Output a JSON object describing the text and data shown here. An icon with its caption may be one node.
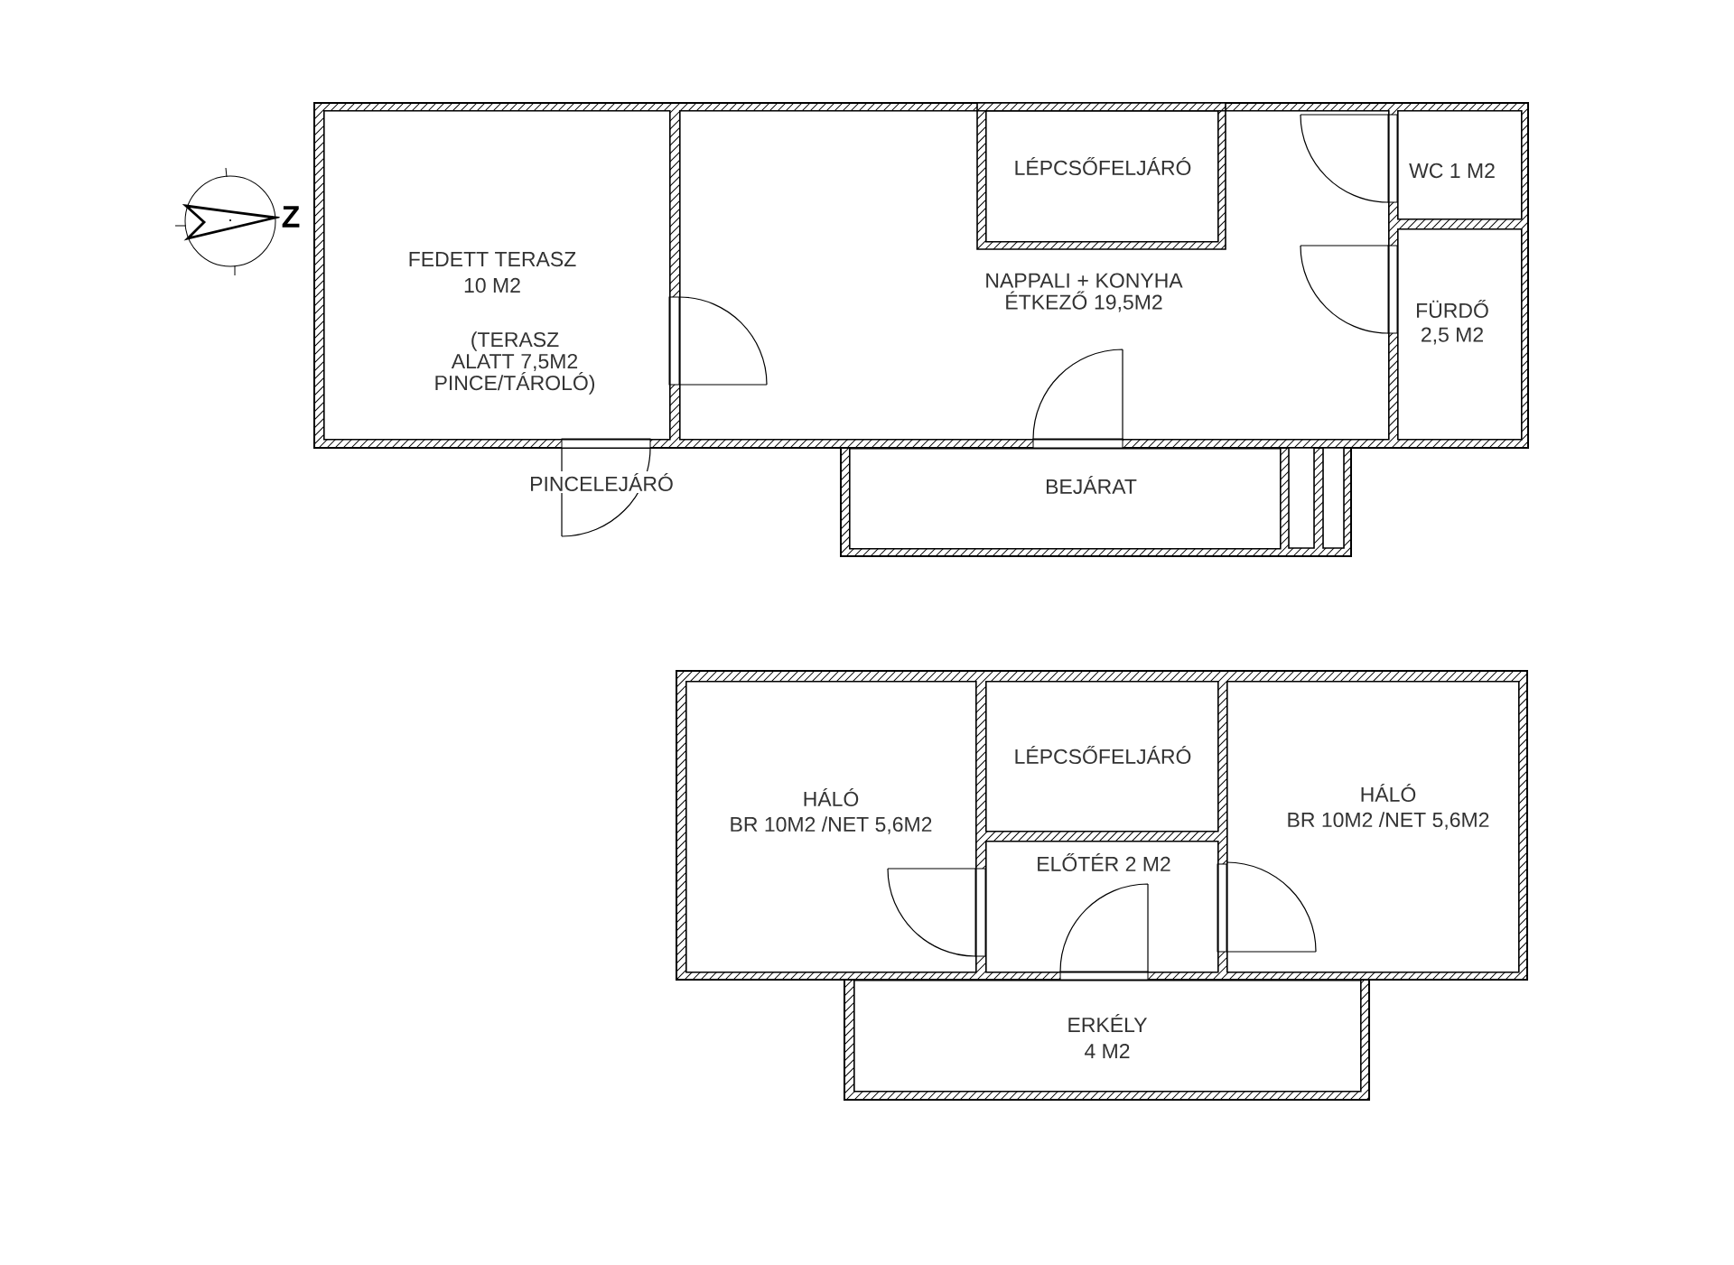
{
  "diagram": {
    "nodes": [
      {
        "text": [
          "FEDETT TERASZ",
          "10 M2",
          "(TERASZ ALATT 7,5M2 PINCE/TÁROLÓ)"
        ]
      },
      {
        "text": [
          "LÉPCSŐFELJÁRÓ"
        ],
        "in": 2
      },
      {
        "text": [
          "NAPPALI + KONYHA ÉTKEZŐ 19,5M2"
        ]
      },
      {
        "text": [
          "WC 1 M2"
        ]
      },
      {
        "text": [
          "FÜRDŐ",
          "2,5 M2"
        ]
      },
      {
        "text": [
          "BEJÁRAT"
        ]
      },
      {
        "text": [
          "HÁLÓ",
          "BR 10M2 /NET 5,6M2"
        ]
      },
      {
        "text": [
          "LÉPCSŐFELJÁRÓ"
        ]
      },
      {
        "text": [
          "ELŐTÉR 2 M2"
        ]
      },
      {
        "text": [
          "HÁLÓ",
          "BR 10M2 /NET 5,6M2"
        ]
      },
      {
        "text": [
          "ERKÉLY",
          "4 M2"
        ]
      }
    ],
    "labels": [
      "Z",
      "PINCELEJÁRÓ"
    ]
  }
}
